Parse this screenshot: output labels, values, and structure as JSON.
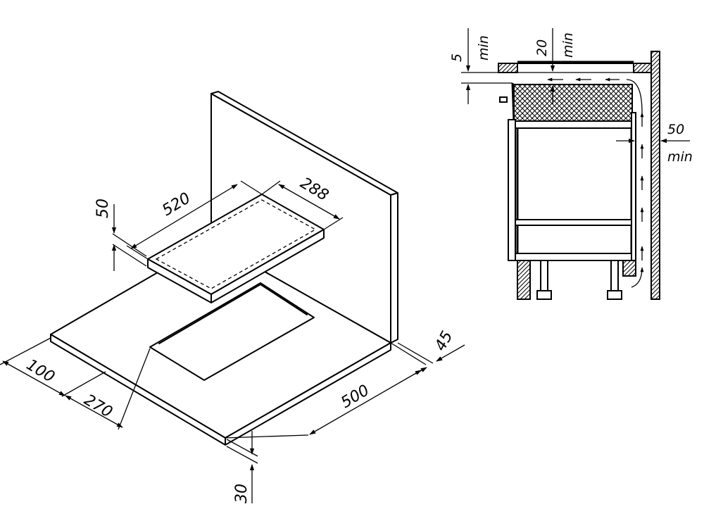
{
  "dimensions": {
    "cutout_length": "520",
    "cutout_depth": "288",
    "hob_height": "50",
    "front_offset": "100",
    "cutout_width": "270",
    "back_offset": "45",
    "worktop_depth": "500",
    "worktop_thickness": "30"
  },
  "section": {
    "min_gap_top_left": "5",
    "min_gap_top_right": "20",
    "min_gap_back": "50",
    "min_label": "min"
  }
}
